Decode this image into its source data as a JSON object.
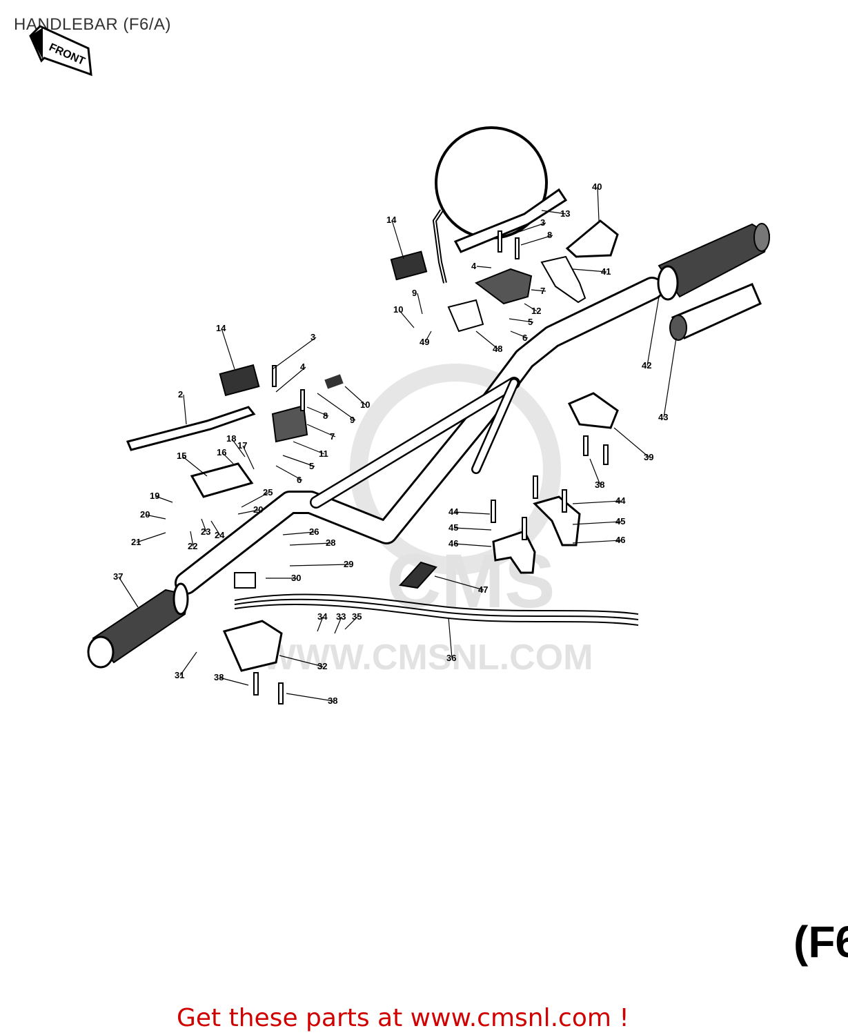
{
  "title": "HANDLEBAR (F6/A)",
  "front_arrow_label": "FRONT",
  "watermark": {
    "brand": "CMS",
    "url": "WWW.CMSNL.COM"
  },
  "model_code_mark": "(F6",
  "footer_link": "Get these parts at www.cmsnl.com !",
  "callouts": [
    {
      "id": "c1",
      "label": "14"
    },
    {
      "id": "c2",
      "label": "3"
    },
    {
      "id": "c3",
      "label": "4"
    },
    {
      "id": "c4",
      "label": "2"
    },
    {
      "id": "c5",
      "label": "8"
    },
    {
      "id": "c6",
      "label": "10"
    },
    {
      "id": "c7",
      "label": "9"
    },
    {
      "id": "c8",
      "label": "7"
    },
    {
      "id": "c9",
      "label": "11"
    },
    {
      "id": "c10",
      "label": "5"
    },
    {
      "id": "c11",
      "label": "6"
    },
    {
      "id": "c12",
      "label": "17"
    },
    {
      "id": "c13",
      "label": "18"
    },
    {
      "id": "c14",
      "label": "16"
    },
    {
      "id": "c15",
      "label": "15"
    },
    {
      "id": "c16",
      "label": "19"
    },
    {
      "id": "c17",
      "label": "25"
    },
    {
      "id": "c18",
      "label": "20"
    },
    {
      "id": "c19",
      "label": "20"
    },
    {
      "id": "c20",
      "label": "21"
    },
    {
      "id": "c21",
      "label": "22"
    },
    {
      "id": "c22",
      "label": "23"
    },
    {
      "id": "c23",
      "label": "24"
    },
    {
      "id": "c24",
      "label": "26"
    },
    {
      "id": "c25",
      "label": "28"
    },
    {
      "id": "c26",
      "label": "29"
    },
    {
      "id": "c27",
      "label": "30"
    },
    {
      "id": "c28",
      "label": "37"
    },
    {
      "id": "c29",
      "label": "31"
    },
    {
      "id": "c30",
      "label": "34"
    },
    {
      "id": "c31",
      "label": "33"
    },
    {
      "id": "c32",
      "label": "35"
    },
    {
      "id": "c33",
      "label": "32"
    },
    {
      "id": "c34",
      "label": "36"
    },
    {
      "id": "c35",
      "label": "38"
    },
    {
      "id": "c36",
      "label": "38"
    },
    {
      "id": "c37",
      "label": "14"
    },
    {
      "id": "c38",
      "label": "13"
    },
    {
      "id": "c39",
      "label": "3"
    },
    {
      "id": "c40",
      "label": "8"
    },
    {
      "id": "c41",
      "label": "4"
    },
    {
      "id": "c42",
      "label": "40"
    },
    {
      "id": "c43",
      "label": "41"
    },
    {
      "id": "c44",
      "label": "9"
    },
    {
      "id": "c45",
      "label": "10"
    },
    {
      "id": "c46",
      "label": "7"
    },
    {
      "id": "c47",
      "label": "12"
    },
    {
      "id": "c48",
      "label": "5"
    },
    {
      "id": "c49",
      "label": "49"
    },
    {
      "id": "c50",
      "label": "48"
    },
    {
      "id": "c51",
      "label": "6"
    },
    {
      "id": "c52",
      "label": "42"
    },
    {
      "id": "c53",
      "label": "43"
    },
    {
      "id": "c54",
      "label": "39"
    },
    {
      "id": "c55",
      "label": "38"
    },
    {
      "id": "c56",
      "label": "44"
    },
    {
      "id": "c57",
      "label": "44"
    },
    {
      "id": "c58",
      "label": "45"
    },
    {
      "id": "c59",
      "label": "45"
    },
    {
      "id": "c60",
      "label": "46"
    },
    {
      "id": "c61",
      "label": "46"
    },
    {
      "id": "c62",
      "label": "47"
    }
  ]
}
